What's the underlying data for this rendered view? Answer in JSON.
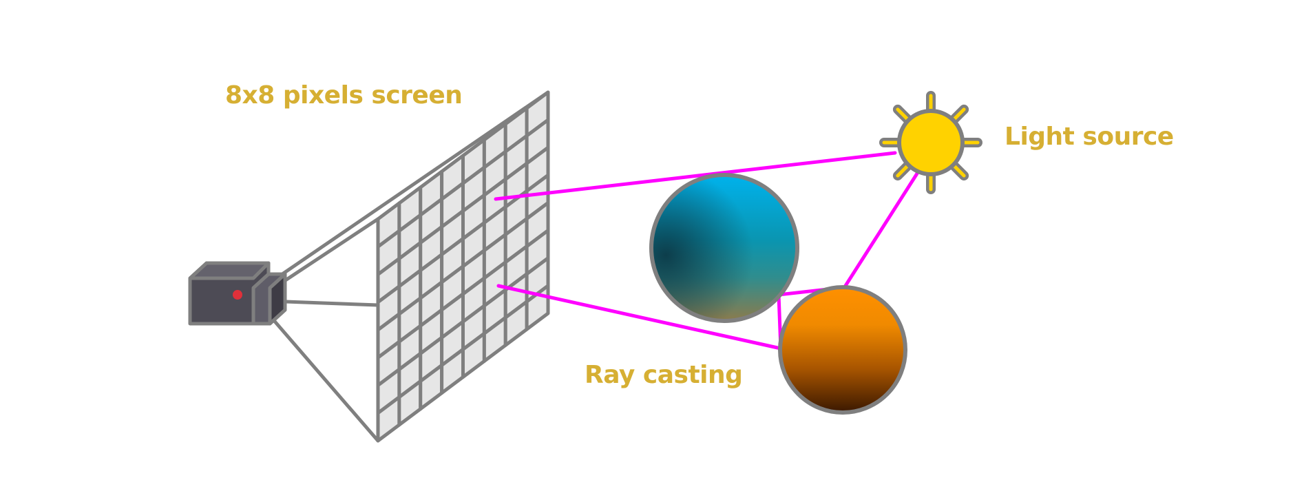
{
  "labels": {
    "screen": "8x8 pixels screen",
    "light": "Light source",
    "ray": "Ray casting"
  },
  "grid": {
    "rows": 8,
    "cols": 8
  },
  "colors": {
    "label": "#d6af33",
    "ray": "#ff00ff",
    "outline": "#7f7f7f",
    "grid_fill": "#e6e6e6",
    "sun": "#ffd200",
    "camera_body": "#4d4b55",
    "camera_lens": "#5f5d68",
    "camera_dot": "#e0303a",
    "blue_sphere": [
      "#00aee8",
      "#1a6d80",
      "#8a7a50"
    ],
    "orange_sphere": [
      "#ff9100",
      "#b85a00",
      "#3d1a00"
    ]
  },
  "icons": [
    "camera-icon",
    "sun-icon"
  ]
}
